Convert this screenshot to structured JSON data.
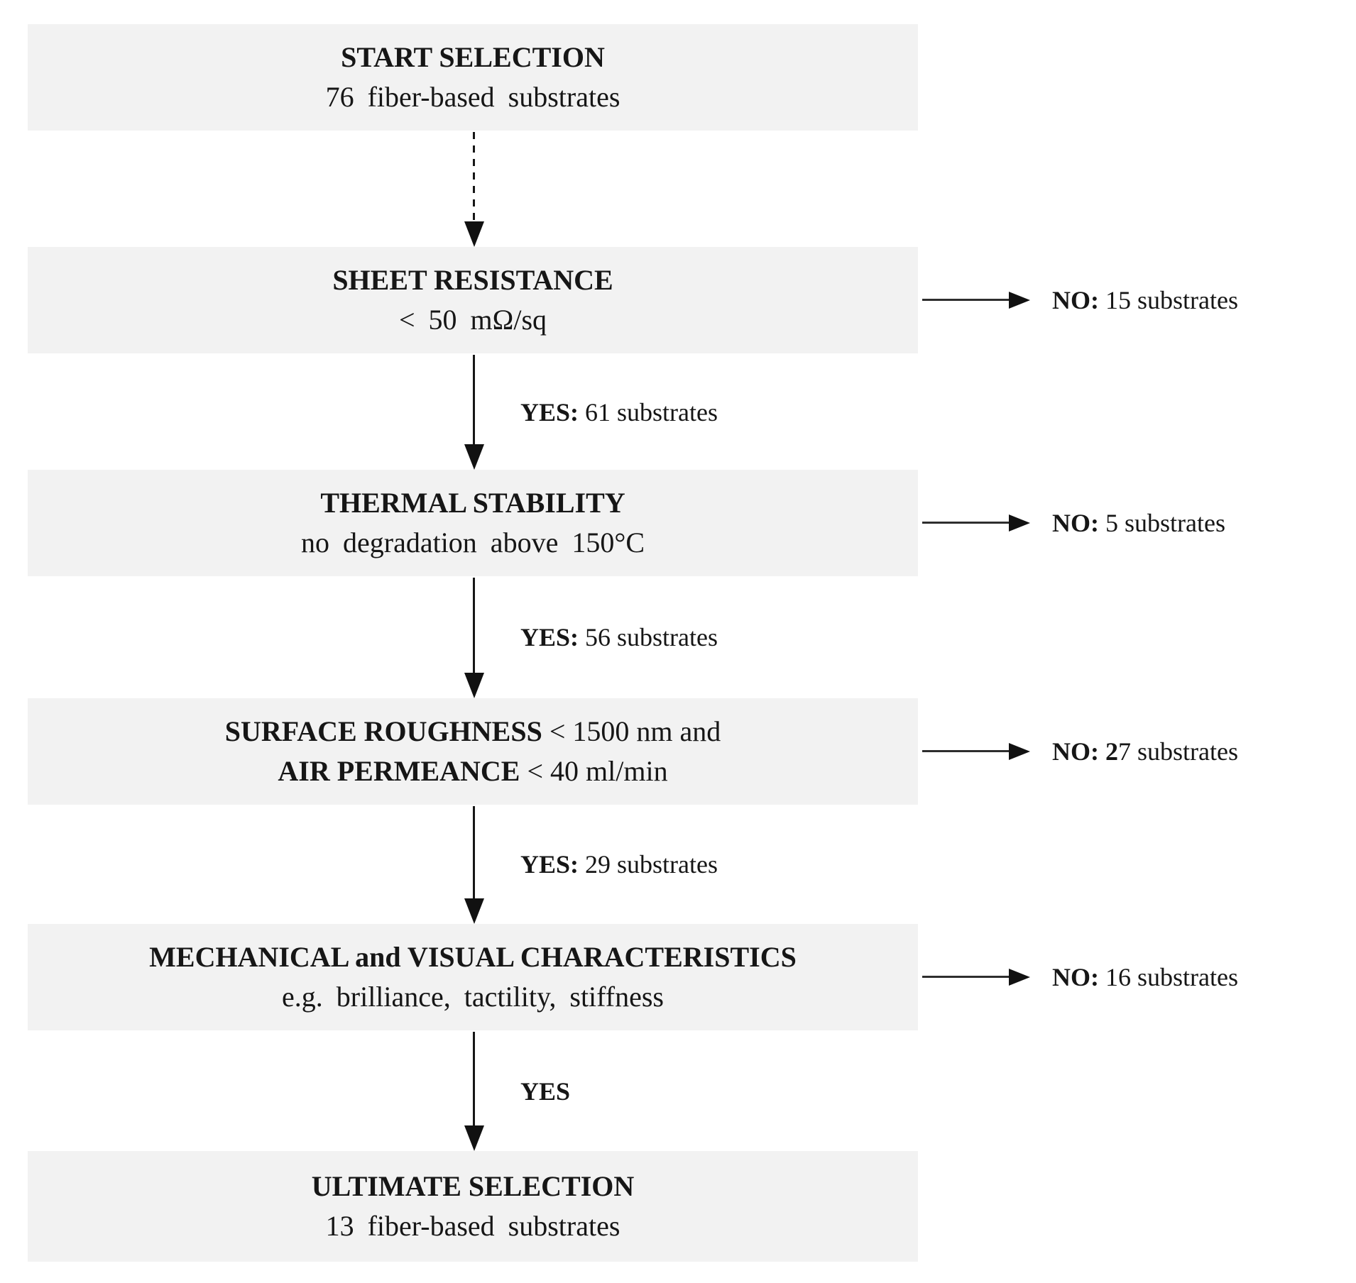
{
  "figure": {
    "description": "Flowchart of fiber-based substrate selection",
    "colors": {
      "background": "#ffffff",
      "box_fill": "#f2f2f2",
      "text": "#161616",
      "arrow": "#111111"
    }
  },
  "flow": {
    "nodes": [
      {
        "id": "start",
        "lines": [
          {
            "b": "START SELECTION",
            "r": ""
          },
          {
            "b": "",
            "r": "76 fiber-based substrates"
          }
        ]
      },
      {
        "id": "sheet-resistance",
        "lines": [
          {
            "b": "SHEET RESISTANCE",
            "r": ""
          },
          {
            "b": "",
            "r": "< 50 mΩ/sq"
          }
        ],
        "no": {
          "b": "NO:",
          "r": " 15 substrates"
        },
        "yes": {
          "b": "YES:",
          "r": " 61 substrates"
        }
      },
      {
        "id": "thermal-stability",
        "lines": [
          {
            "b": "THERMAL STABILITY",
            "r": ""
          },
          {
            "b": "",
            "r": "no degradation above 150°C"
          }
        ],
        "no": {
          "b": "NO:",
          "r": " 5 substrates"
        },
        "yes": {
          "b": "YES:",
          "r": " 56 substrates"
        }
      },
      {
        "id": "surface-roughness-air-permeance",
        "lines": [
          {
            "b": "SURFACE ROUGHNESS",
            "r": " < 1500 nm and"
          },
          {
            "b": "AIR PERMEANCE",
            "r": " < 40 ml/min"
          }
        ],
        "no": {
          "b": "NO: 2",
          "r": "7 substrates"
        },
        "yes": {
          "b": "YES:",
          "r": " 29 substrates"
        }
      },
      {
        "id": "mechanical-visual-characteristics",
        "lines": [
          {
            "b": "MECHANICAL and VISUAL CHARACTERISTICS",
            "r": ""
          },
          {
            "b": "",
            "r": "e.g. brilliance, tactility, stiffness"
          }
        ],
        "no": {
          "b": "NO:",
          "r": " 16 substrates"
        },
        "yes": {
          "b": "YES",
          "r": ""
        }
      },
      {
        "id": "ultimate-selection",
        "lines": [
          {
            "b": "ULTIMATE SELECTION",
            "r": ""
          },
          {
            "b": "",
            "r": "13 fiber-based substrates"
          }
        ]
      }
    ]
  }
}
